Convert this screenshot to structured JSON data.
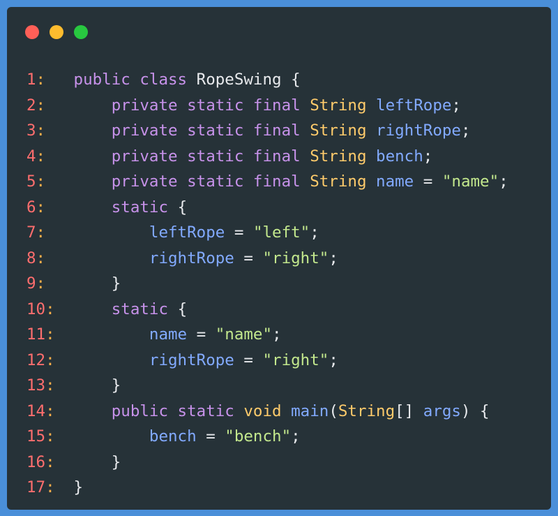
{
  "window": {
    "traffic_lights": [
      {
        "name": "close",
        "color": "#ff5f57"
      },
      {
        "name": "minimize",
        "color": "#febc2e"
      },
      {
        "name": "maximize",
        "color": "#28c840"
      }
    ]
  },
  "colors": {
    "background": "#263238",
    "line_number": "#ff6e6e",
    "line_colon": "#ffb04a",
    "keyword": "#c792ea",
    "type": "#ffcb6b",
    "identifier": "#82aaff",
    "string": "#c3e88d",
    "plain": "#e8eaed"
  },
  "code": {
    "lines": [
      {
        "num": "1",
        "indent": "",
        "tokens": [
          {
            "t": "public class ",
            "k": "keyword"
          },
          {
            "t": "RopeSwing {",
            "k": "plain"
          }
        ]
      },
      {
        "num": "2",
        "indent": "    ",
        "tokens": [
          {
            "t": "private static final ",
            "k": "keyword"
          },
          {
            "t": "String ",
            "k": "type"
          },
          {
            "t": "leftRope",
            "k": "identifier"
          },
          {
            "t": ";",
            "k": "plain"
          }
        ]
      },
      {
        "num": "3",
        "indent": "    ",
        "tokens": [
          {
            "t": "private static final ",
            "k": "keyword"
          },
          {
            "t": "String ",
            "k": "type"
          },
          {
            "t": "rightRope",
            "k": "identifier"
          },
          {
            "t": ";",
            "k": "plain"
          }
        ]
      },
      {
        "num": "4",
        "indent": "    ",
        "tokens": [
          {
            "t": "private static final ",
            "k": "keyword"
          },
          {
            "t": "String ",
            "k": "type"
          },
          {
            "t": "bench",
            "k": "identifier"
          },
          {
            "t": ";",
            "k": "plain"
          }
        ]
      },
      {
        "num": "5",
        "indent": "    ",
        "tokens": [
          {
            "t": "private static final ",
            "k": "keyword"
          },
          {
            "t": "String ",
            "k": "type"
          },
          {
            "t": "name",
            "k": "identifier"
          },
          {
            "t": " = ",
            "k": "plain"
          },
          {
            "t": "\"name\"",
            "k": "string"
          },
          {
            "t": ";",
            "k": "plain"
          }
        ]
      },
      {
        "num": "6",
        "indent": "    ",
        "tokens": [
          {
            "t": "static ",
            "k": "keyword"
          },
          {
            "t": "{",
            "k": "plain"
          }
        ]
      },
      {
        "num": "7",
        "indent": "        ",
        "tokens": [
          {
            "t": "leftRope",
            "k": "identifier"
          },
          {
            "t": " = ",
            "k": "plain"
          },
          {
            "t": "\"left\"",
            "k": "string"
          },
          {
            "t": ";",
            "k": "plain"
          }
        ]
      },
      {
        "num": "8",
        "indent": "        ",
        "tokens": [
          {
            "t": "rightRope",
            "k": "identifier"
          },
          {
            "t": " = ",
            "k": "plain"
          },
          {
            "t": "\"right\"",
            "k": "string"
          },
          {
            "t": ";",
            "k": "plain"
          }
        ]
      },
      {
        "num": "9",
        "indent": "    ",
        "tokens": [
          {
            "t": "}",
            "k": "plain"
          }
        ]
      },
      {
        "num": "10",
        "indent": "    ",
        "tokens": [
          {
            "t": "static ",
            "k": "keyword"
          },
          {
            "t": "{",
            "k": "plain"
          }
        ]
      },
      {
        "num": "11",
        "indent": "        ",
        "tokens": [
          {
            "t": "name",
            "k": "identifier"
          },
          {
            "t": " = ",
            "k": "plain"
          },
          {
            "t": "\"name\"",
            "k": "string"
          },
          {
            "t": ";",
            "k": "plain"
          }
        ]
      },
      {
        "num": "12",
        "indent": "        ",
        "tokens": [
          {
            "t": "rightRope",
            "k": "identifier"
          },
          {
            "t": " = ",
            "k": "plain"
          },
          {
            "t": "\"right\"",
            "k": "string"
          },
          {
            "t": ";",
            "k": "plain"
          }
        ]
      },
      {
        "num": "13",
        "indent": "    ",
        "tokens": [
          {
            "t": "}",
            "k": "plain"
          }
        ]
      },
      {
        "num": "14",
        "indent": "    ",
        "tokens": [
          {
            "t": "public static ",
            "k": "keyword"
          },
          {
            "t": "void ",
            "k": "type"
          },
          {
            "t": "main",
            "k": "identifier"
          },
          {
            "t": "(",
            "k": "plain"
          },
          {
            "t": "String",
            "k": "type"
          },
          {
            "t": "[] ",
            "k": "plain"
          },
          {
            "t": "args",
            "k": "identifier"
          },
          {
            "t": ") {",
            "k": "plain"
          }
        ]
      },
      {
        "num": "15",
        "indent": "        ",
        "tokens": [
          {
            "t": "bench",
            "k": "identifier"
          },
          {
            "t": " = ",
            "k": "plain"
          },
          {
            "t": "\"bench\"",
            "k": "string"
          },
          {
            "t": ";",
            "k": "plain"
          }
        ]
      },
      {
        "num": "16",
        "indent": "    ",
        "tokens": [
          {
            "t": "}",
            "k": "plain"
          }
        ]
      },
      {
        "num": "17",
        "indent": "",
        "tokens": [
          {
            "t": "}",
            "k": "plain"
          }
        ]
      }
    ]
  }
}
